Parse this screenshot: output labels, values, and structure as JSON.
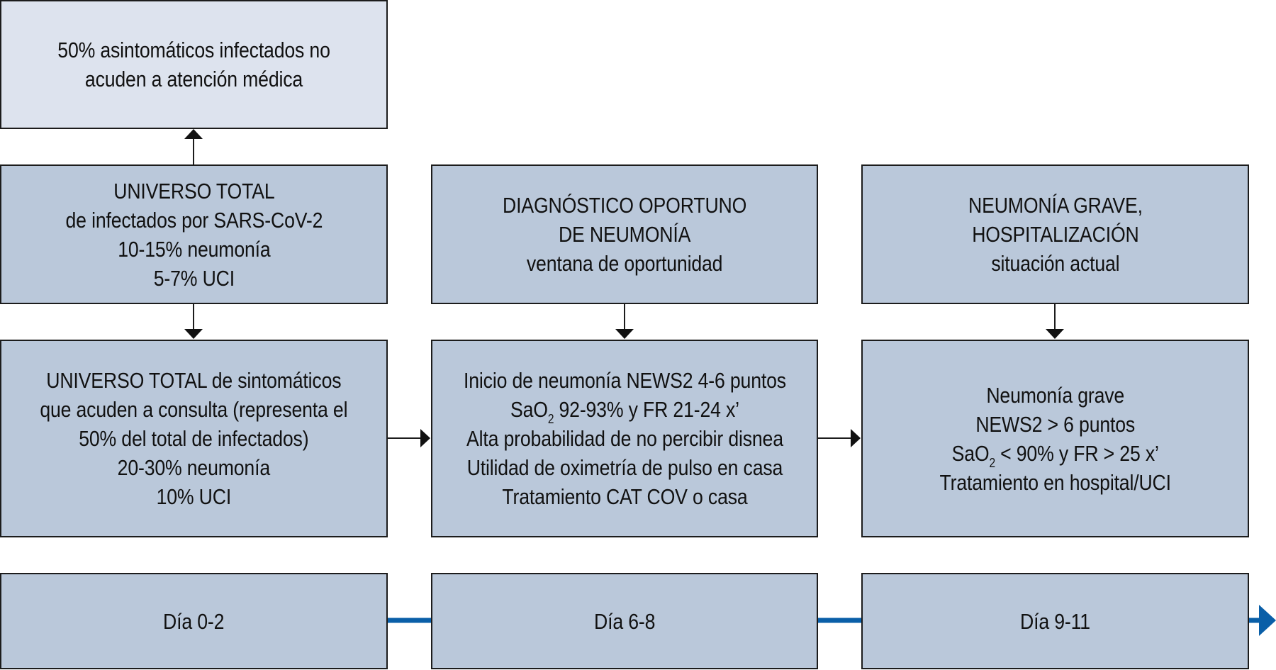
{
  "colors": {
    "box_fill": "#bac8da",
    "top_box_fill": "#dde3ee",
    "border": "#1c1c1c",
    "timeline": "#0a5fa8"
  },
  "top_box": {
    "lines": [
      "50% asintomáticos  infectados no",
      "acuden a atención médica"
    ]
  },
  "headers": [
    {
      "lines": [
        "UNIVERSO TOTAL",
        "de infectados por SARS-CoV-2",
        "10-15%  neumonía",
        "5-7% UCI"
      ]
    },
    {
      "lines": [
        "DIAGNÓSTICO OPORTUNO",
        "DE NEUMONÍA",
        "ventana de oportunidad"
      ]
    },
    {
      "lines": [
        "NEUMONÍA GRAVE,",
        "HOSPITALIZACIÓN",
        "situación actual"
      ]
    }
  ],
  "details": [
    {
      "lines": [
        "UNIVERSO TOTAL de sintomáticos",
        "que acuden a consulta (representa el",
        "50% del total de infectados)",
        "20-30% neumonía",
        "10% UCI"
      ]
    },
    {
      "line1": "Inicio de neumonía NEWS2 4-6 puntos",
      "line2_pre": "SaO",
      "line2_sub": "2",
      "line2_post": " 92-93% y FR 21-24 x’",
      "line3": "Alta probabilidad de no percibir disnea",
      "line4": "Utilidad de oximetría de pulso en casa",
      "line5": "Tratamiento CAT COV o casa"
    },
    {
      "line1": "Neumonía grave",
      "line2": "NEWS2 > 6 puntos",
      "line3_pre": "SaO",
      "line3_sub": "2",
      "line3_post": " < 90% y FR > 25 x’",
      "line4": "Tratamiento en hospital/UCI"
    }
  ],
  "timeline": [
    {
      "label": "Día 0-2"
    },
    {
      "label": "Día 6-8"
    },
    {
      "label": "Día 9-11"
    }
  ]
}
